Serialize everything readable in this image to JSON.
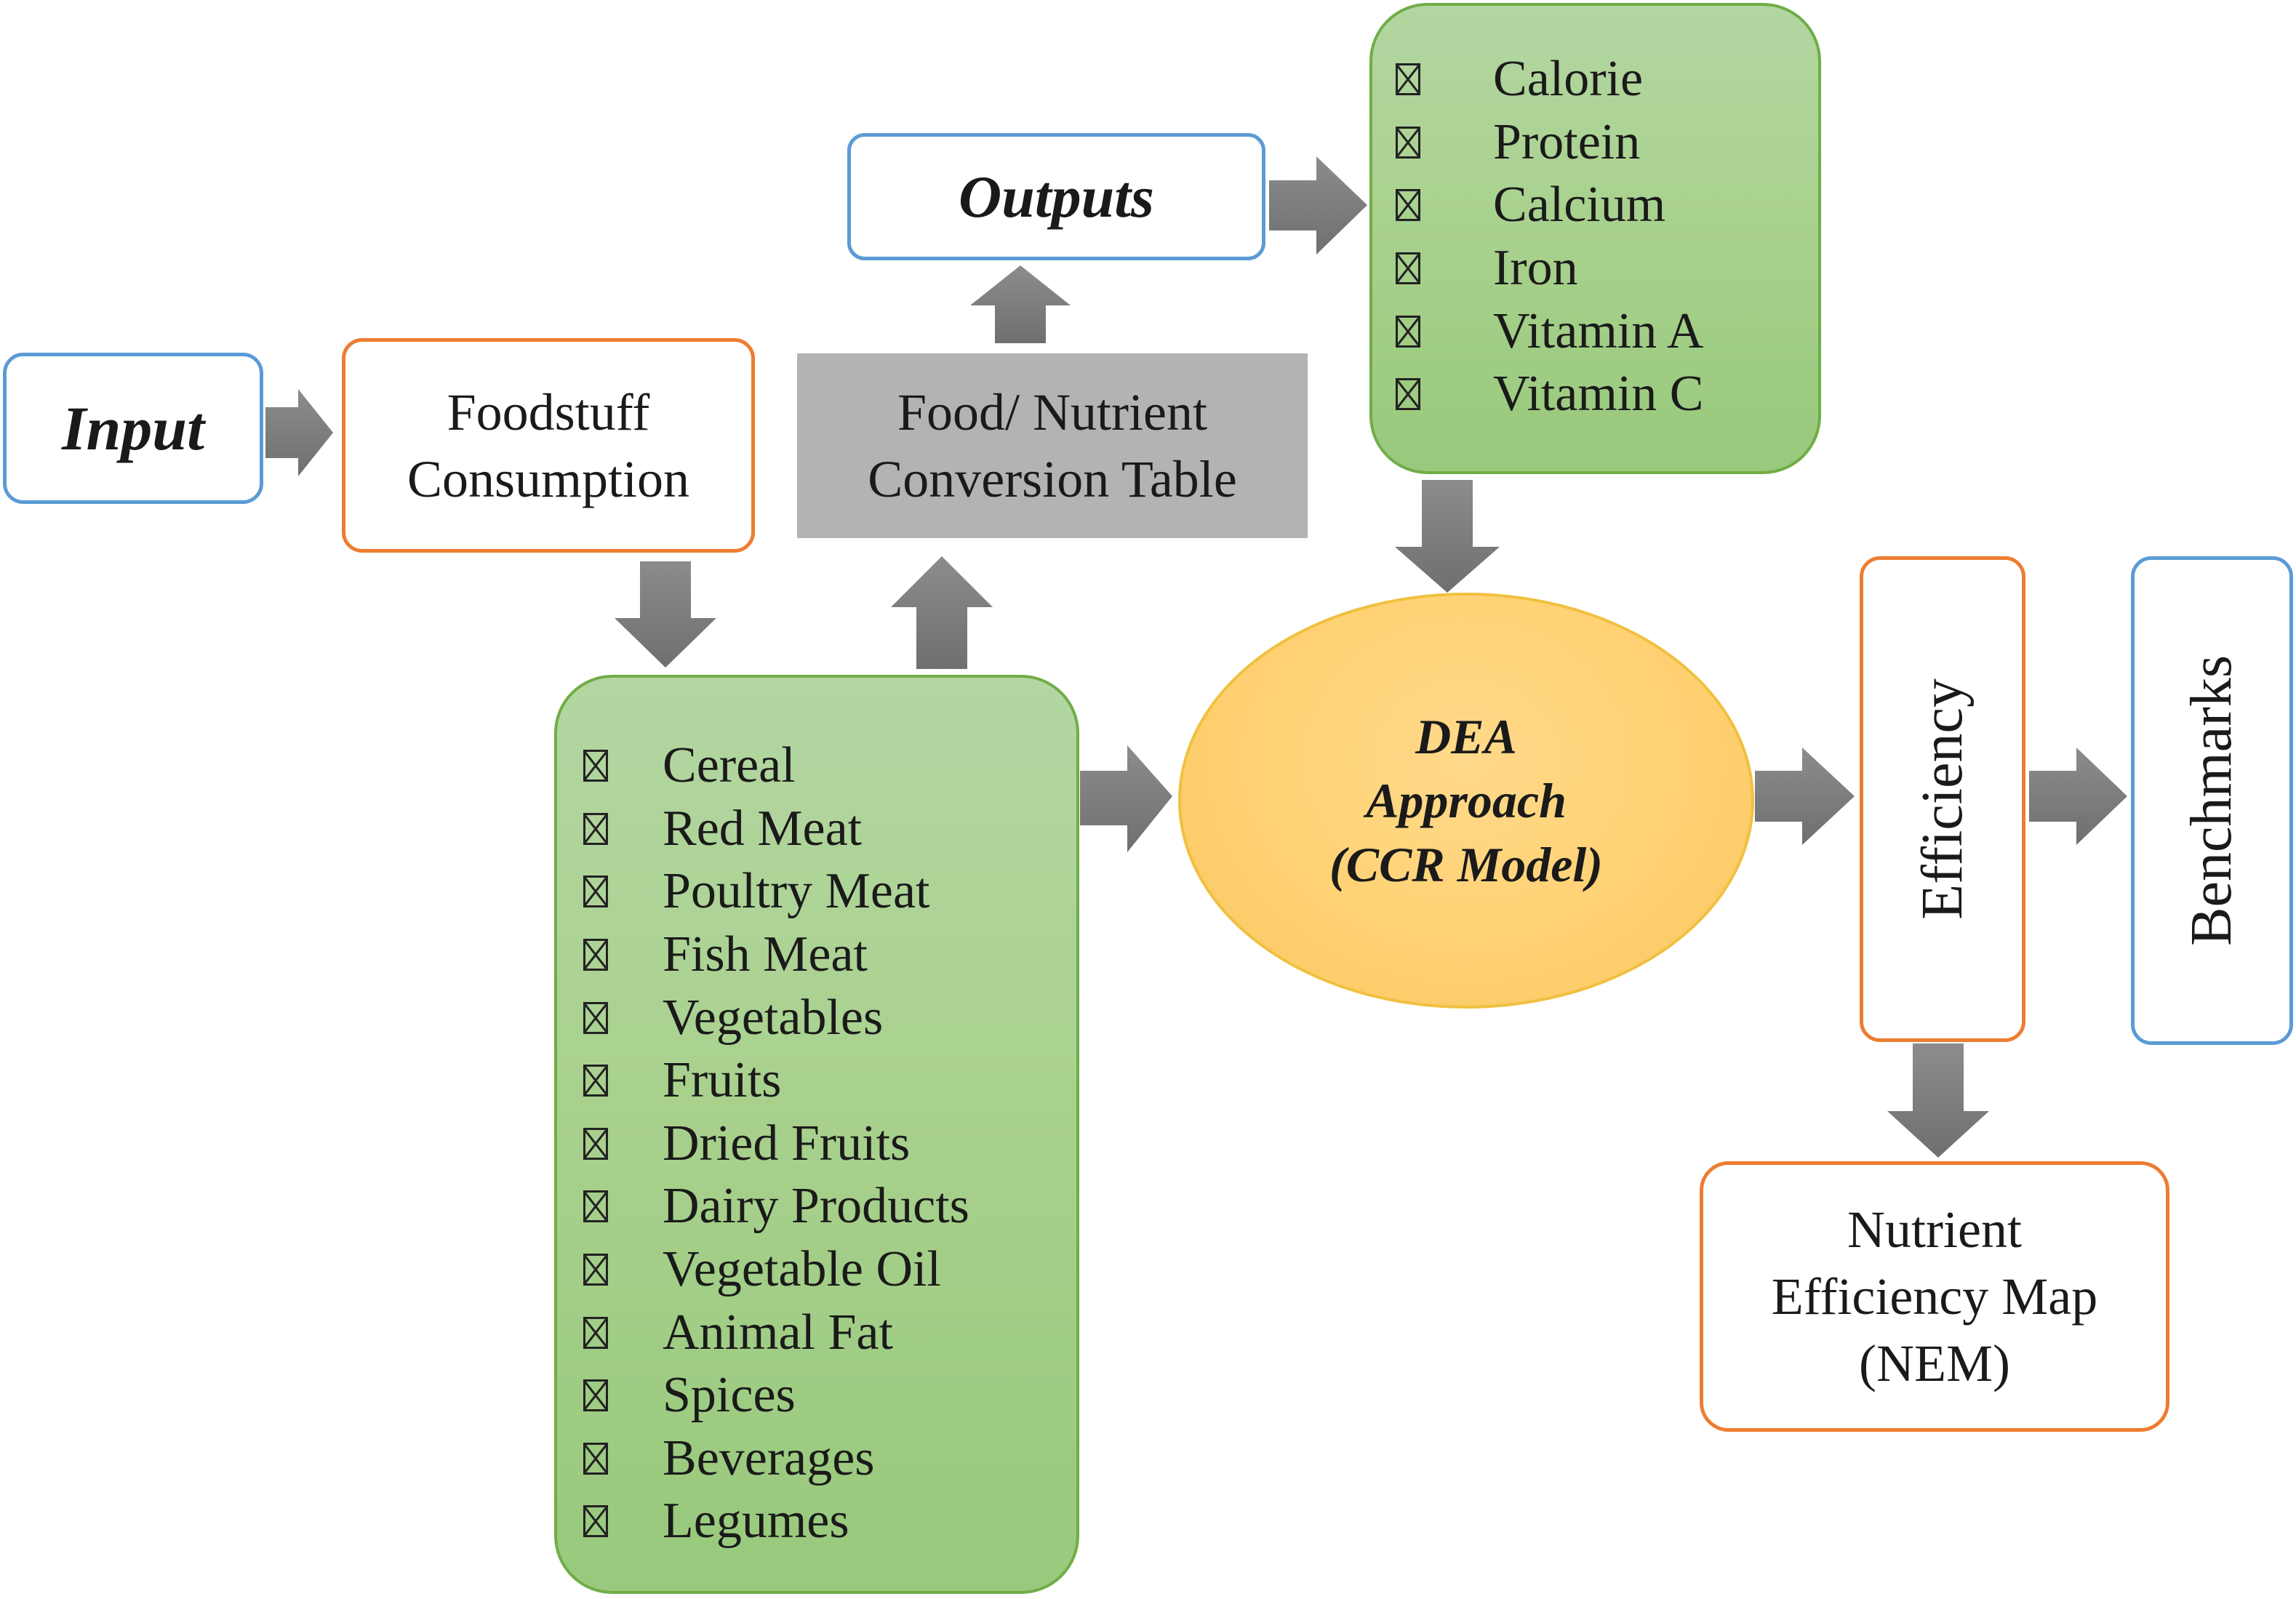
{
  "input_label": "Input",
  "foodstuff": {
    "line1": "Foodstuff",
    "line2": "Consumption"
  },
  "conversion_table": {
    "line1": "Food/ Nutrient",
    "line2": "Conversion Table"
  },
  "outputs_label": "Outputs",
  "nutrients": [
    "Calorie",
    "Protein",
    "Calcium",
    "Iron",
    "Vitamin A",
    "Vitamin C"
  ],
  "foods": [
    "Cereal",
    "Red Meat",
    "Poultry Meat",
    "Fish Meat",
    "Vegetables",
    "Fruits",
    "Dried Fruits",
    "Dairy Products",
    "Vegetable Oil",
    "Animal Fat",
    "Spices",
    "Beverages",
    "Legumes"
  ],
  "dea": {
    "line1": "DEA",
    "line2": "Approach",
    "line3": "(CCR Model)"
  },
  "efficiency_label": "Efficiency",
  "benchmarks_label": "Benchmarks",
  "nem": {
    "line1": "Nutrient",
    "line2": "Efficiency Map",
    "line3": "(NEM)"
  },
  "colors": {
    "blue_border": "#5b9bd5",
    "orange_border": "#ed7d31",
    "green_fill": "#a9d18e",
    "gray_fill": "#b3b3b3",
    "arrow": "#7f7f7f",
    "ellipse_fill": "#ffd173"
  }
}
